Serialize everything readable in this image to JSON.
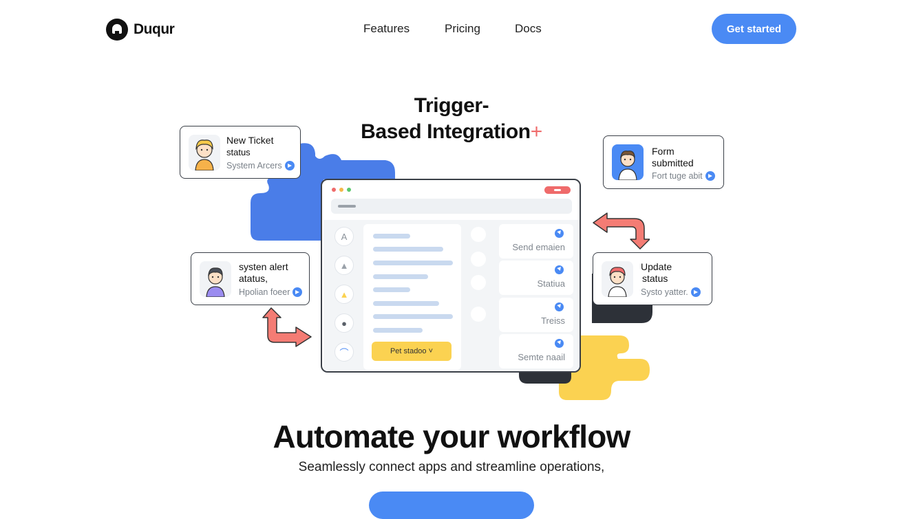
{
  "brand": {
    "name": "Duqur",
    "logo_icon": "logo-mark-icon"
  },
  "nav": {
    "items": [
      "Features",
      "Pricing",
      "Docs"
    ]
  },
  "header": {
    "cta_label": "Get started"
  },
  "hero": {
    "label_line1": "Trigger-",
    "label_line2": "Based Integration",
    "label_mark": "+"
  },
  "mockup": {
    "sidebar_icons": [
      "A",
      "▲",
      "▲",
      "●",
      "⌒"
    ],
    "primary_button": "Pet stadoo ˅",
    "actions": [
      {
        "label": "Send emaien",
        "icon": "navigate-icon"
      },
      {
        "label": "Statiua",
        "icon": "navigate-icon"
      },
      {
        "label": "Treiss",
        "icon": "navigate-icon"
      },
      {
        "label": "Semte naail",
        "icon": "navigate-icon"
      }
    ]
  },
  "events": [
    {
      "title": "New Ticket",
      "title2": "status",
      "sub": "System Arcers"
    },
    {
      "title": "Form",
      "title2": "submitted",
      "sub": "Fort tuge abit"
    },
    {
      "title": "systen alert",
      "title2": "atatus,",
      "sub": "Hpolian foeer"
    },
    {
      "title": "Update",
      "title2": "status",
      "sub": "Systo yatter."
    }
  ],
  "main": {
    "headline": "Automate your workflow",
    "subhead": "Seamlessly connect apps and streamline operations,"
  },
  "colors": {
    "accent": "#4a8af4",
    "yellow": "#fbd251",
    "coral": "#ef6b6b",
    "dark": "#3a3f47"
  }
}
